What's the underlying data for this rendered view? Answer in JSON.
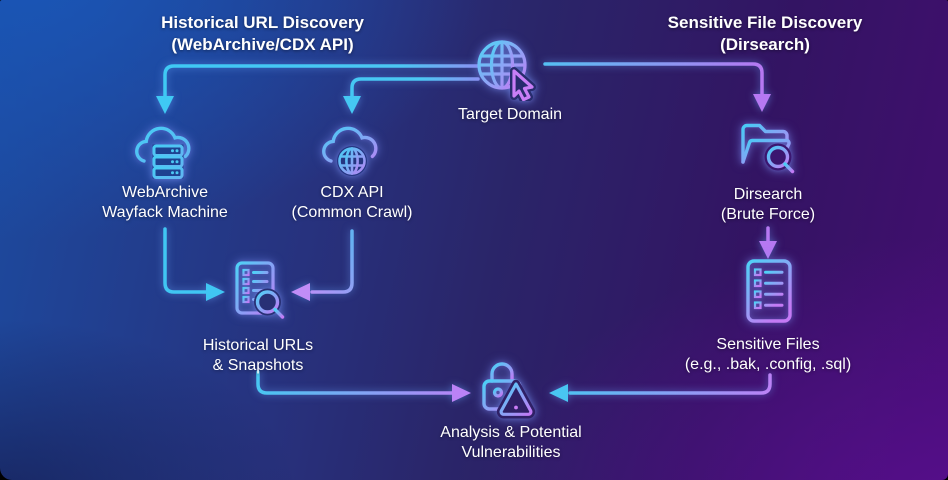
{
  "headers": {
    "left": {
      "line1": "Historical URL Discovery",
      "line2": "(WebArchive/CDX API)"
    },
    "right": {
      "line1": "Sensitive File Discovery",
      "line2": "(Dirsearch)"
    }
  },
  "nodes": {
    "target_domain": {
      "label": "Target Domain",
      "icon": "globe-cursor-icon"
    },
    "webarchive": {
      "line1": "WebArchive",
      "line2": "Wayfack Machine",
      "icon": "cloud-server-icon"
    },
    "cdx_api": {
      "line1": "CDX API",
      "line2": "(Common Crawl)",
      "icon": "cloud-globe-icon"
    },
    "dirsearch": {
      "line1": "Dirsearch",
      "line2": "(Brute Force)",
      "icon": "folder-search-icon"
    },
    "historical_urls": {
      "line1": "Historical URLs",
      "line2": "& Snapshots",
      "icon": "document-checklist-search-icon"
    },
    "sensitive_files": {
      "line1": "Sensitive Files",
      "line2": "(e.g., .bak, .config, .sql)",
      "icon": "document-checklist-icon"
    },
    "analysis": {
      "line1": "Analysis & Potential",
      "line2": "Vulnerabilities",
      "icon": "lock-warning-icon"
    }
  },
  "edges": [
    {
      "from": "target_domain",
      "to": "webarchive"
    },
    {
      "from": "target_domain",
      "to": "cdx_api"
    },
    {
      "from": "target_domain",
      "to": "dirsearch"
    },
    {
      "from": "webarchive",
      "to": "historical_urls"
    },
    {
      "from": "cdx_api",
      "to": "historical_urls"
    },
    {
      "from": "dirsearch",
      "to": "sensitive_files"
    },
    {
      "from": "historical_urls",
      "to": "analysis"
    },
    {
      "from": "sensitive_files",
      "to": "analysis"
    }
  ],
  "colors": {
    "cyan": "#41c9f4",
    "purple": "#bb7df5",
    "background_blue": "#1b4ea6",
    "background_navy": "#262368",
    "background_purple": "#4b0b7a",
    "text": "#ffffff"
  }
}
